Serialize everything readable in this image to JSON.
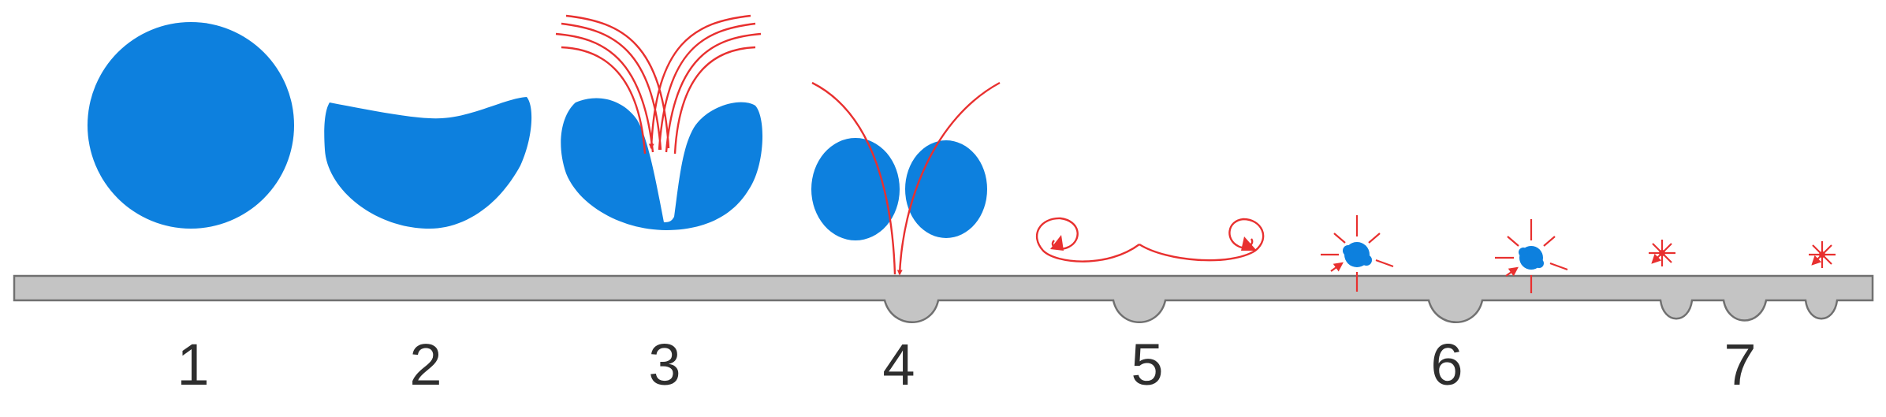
{
  "colors": {
    "droplet": "#0d80de",
    "arrow": "#e8302f",
    "surface": "#c4c4c4",
    "surface_edge": "#707070",
    "label": "#2e2e2e"
  },
  "stages": [
    {
      "label": "1"
    },
    {
      "label": "2"
    },
    {
      "label": "3"
    },
    {
      "label": "4"
    },
    {
      "label": "5"
    },
    {
      "label": "6"
    },
    {
      "label": "7"
    }
  ]
}
